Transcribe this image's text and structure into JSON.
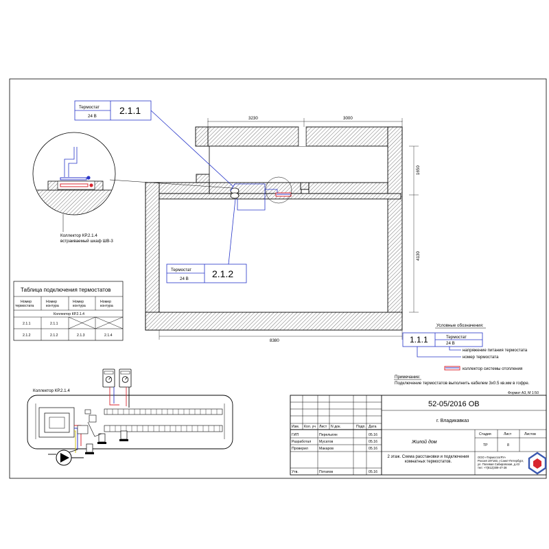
{
  "thermostat_callouts": [
    {
      "label": "Термостат",
      "voltage": "24 В",
      "number": "2.1.1"
    },
    {
      "label": "Термостат",
      "voltage": "24 В",
      "number": "2.1.2"
    }
  ],
  "dimensions": {
    "top_left": "3230",
    "top_right": "3000",
    "right_upper": "1650",
    "right_lower": "4130",
    "bottom": "8380"
  },
  "collector_note": {
    "line1": "Коллектор КР.2.1.4",
    "line2": "встраиваемый шкаф ШВ-3"
  },
  "connection_table": {
    "title": "Таблица подключения термостатов",
    "headers": [
      [
        "Номер",
        "термостата"
      ],
      [
        "Номер",
        "контура"
      ],
      [
        "Номер",
        "контура"
      ],
      [
        "Номер",
        "контура"
      ]
    ],
    "collector": "Коллектор КР.2.1.4",
    "rows": [
      [
        "2.1.1",
        "2.1.1",
        "",
        ""
      ],
      [
        "2.1.2",
        "2.1.2",
        "2.1.3",
        "2.1.4"
      ]
    ]
  },
  "legend": {
    "title": "Условные обозначения:",
    "number": "1.1.1",
    "label": "Термостат",
    "voltage": "24 В",
    "voltage_desc": "напряжение питания термостата",
    "number_desc": "номер термостата",
    "collector_desc": "коллектор системы отопления",
    "note_title": "Примечание:",
    "note_text": "Подключение термостатов выполнить кабелем 3х0.5 кв.мм в гофре.",
    "format": "Формат А3, М 1:50"
  },
  "wiring": {
    "title": "Коллектор КР.2.1.4"
  },
  "title_block": {
    "code": "52-05/2016 ОВ",
    "city": "г. Владикавказ",
    "project": "Жилой дом",
    "drawing": "2 этаж. Схема расстановки и подключения комнатных термостатов.",
    "headers": [
      "Изм.",
      "Кол. уч",
      "Лист",
      "N док.",
      "Подп.",
      "Дата"
    ],
    "people": [
      {
        "role": "ГИП",
        "name": "Перелыгин",
        "date": "05.16"
      },
      {
        "role": "Разработал",
        "name": "Мусатов",
        "date": "05.16"
      },
      {
        "role": "Проверил",
        "name": "Макаров",
        "date": "05.16"
      },
      {
        "role": "Утв.",
        "name": "Потапов",
        "date": "05.16"
      }
    ],
    "stage_header": "Стадия",
    "sheet_header": "Лист",
    "sheets_header": "Листов",
    "stage": "ТР",
    "sheet": "8",
    "sheets": "",
    "company_lines": [
      "ООО «ТермостатРУ»",
      "Россия 197183, г.Санкт-Петербург,",
      "ул. Полевая Сабировская, д.43",
      "тел: +7(812)309-47-28"
    ],
    "logo_color": "#3a58b0"
  },
  "colors": {
    "callout_blue": "#2433c8",
    "collector_red": "#d8262f",
    "collector_blue": "#2b36c8"
  }
}
